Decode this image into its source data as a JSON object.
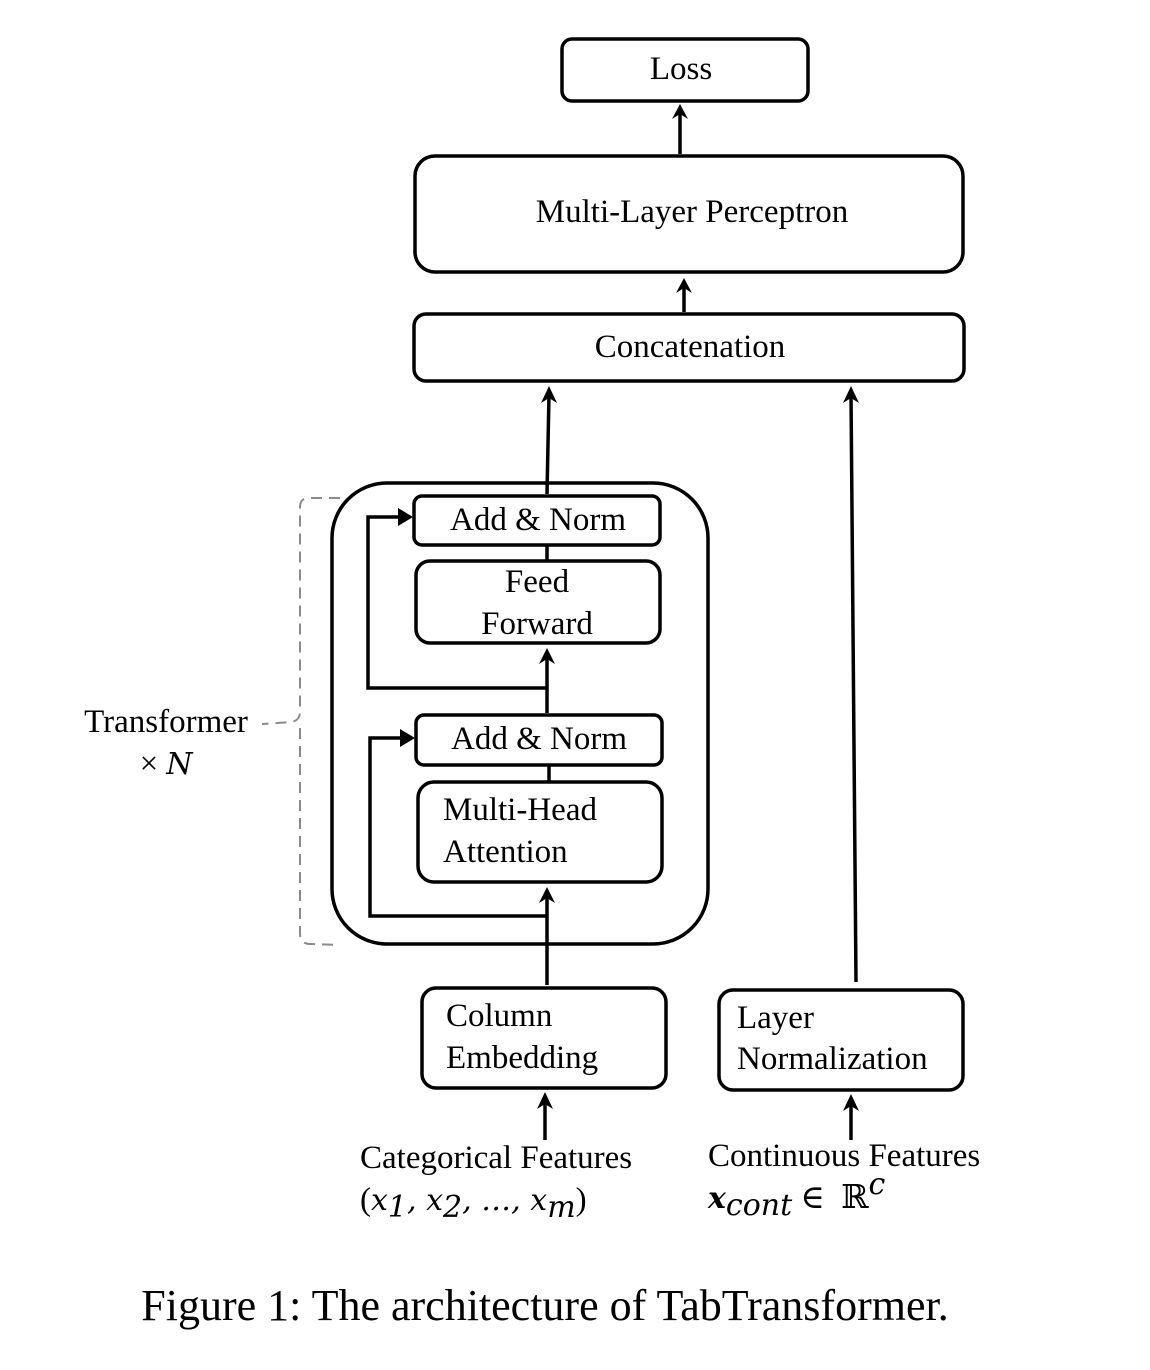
{
  "figure": {
    "caption": "Figure 1: The architecture of TabTransformer."
  },
  "blocks": {
    "loss": "Loss",
    "mlp": "Multi-Layer Perceptron",
    "concat": "Concatenation",
    "add_norm_top": "Add & Norm",
    "feed_forward": [
      "Feed",
      "Forward"
    ],
    "add_norm_bottom": "Add & Norm",
    "multi_head_attention": [
      "Multi-Head",
      "Attention"
    ],
    "column_embedding": [
      "Column",
      "Embedding"
    ],
    "layer_normalization": [
      "Layer",
      "Normalization"
    ]
  },
  "transformer_label": {
    "name": "Transformer",
    "times": "×",
    "n": "N"
  },
  "inputs": {
    "categorical": {
      "title": "Categorical Features",
      "open": "(",
      "x1": "x",
      "s1": "1",
      "sep1": ", ",
      "x2": "x",
      "s2": "2",
      "sep2": ", …, ",
      "xm": "x",
      "sm": "m",
      "close": ")"
    },
    "continuous": {
      "title": "Continuous Features",
      "var": "x",
      "sub": "cont",
      "in": " ∈ ",
      "set": "ℝ",
      "sup": "c"
    }
  }
}
